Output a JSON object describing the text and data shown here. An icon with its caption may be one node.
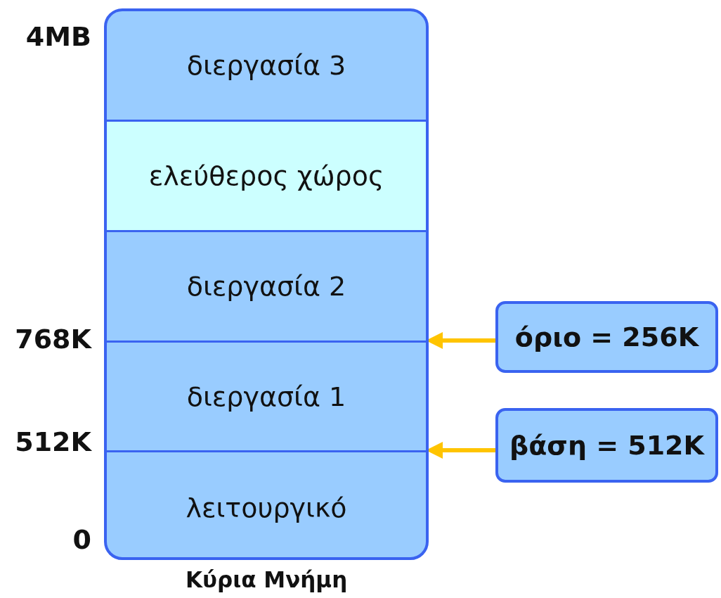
{
  "diagram": {
    "nodes": [
      {
        "text": [
          "Κύρια Μνήμη"
        ]
      },
      {
        "text": [
          "διεργασία 3"
        ],
        "in": 0
      },
      {
        "text": [
          "ελεύθερος χώρος"
        ],
        "in": 0
      },
      {
        "text": [
          "διεργασία 2"
        ],
        "in": 0
      },
      {
        "text": [
          "διεργασία 1"
        ],
        "in": 0
      },
      {
        "text": [
          "λειτουργικό"
        ],
        "in": 0
      },
      {
        "text": [
          "όριο = 256K"
        ]
      },
      {
        "text": [
          "βάση = 512K"
        ]
      }
    ],
    "edges": [
      {
        "from": 6,
        "to": 4,
        "arrow": "to"
      },
      {
        "from": 7,
        "to": 5,
        "arrow": "to"
      }
    ],
    "labels": [
      "4MB",
      "768K",
      "512K",
      "0"
    ]
  }
}
